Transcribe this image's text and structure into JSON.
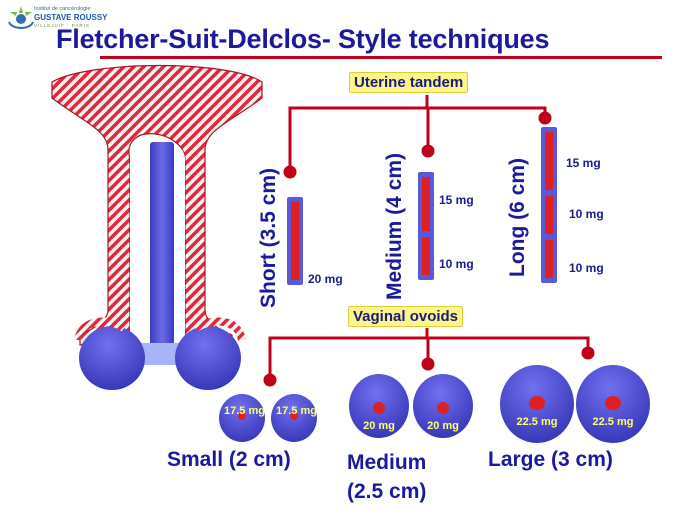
{
  "logo": {
    "line1": "Institut de cancérologie",
    "line2": "GUSTAVE ROUSSY",
    "line3": "VILLEJUIF · PARIS"
  },
  "title": "Fletcher-Suit-Delclos- Style techniques",
  "tandem": {
    "header": "Uterine tandem",
    "items": [
      {
        "label": "Short (3.5 cm)",
        "sources": [
          "20 mg"
        ]
      },
      {
        "label": "Medium (4 cm)",
        "sources": [
          "15 mg",
          "10 mg"
        ]
      },
      {
        "label": "Long (6 cm)",
        "sources": [
          "15 mg",
          "10 mg",
          "10 mg"
        ]
      }
    ]
  },
  "ovoids": {
    "header": "Vaginal ovoids",
    "items": [
      {
        "label": "Small (2 cm)",
        "doses": [
          "17.5 mg",
          "17.5 mg"
        ]
      },
      {
        "label": "Medium (2.5 cm)",
        "doses": [
          "20 mg",
          "20 mg"
        ]
      },
      {
        "label": "Large (3 cm)",
        "doses": [
          "22.5 mg",
          "22.5 mg"
        ]
      }
    ]
  },
  "colors": {
    "title": "#1a1a9c",
    "accent_red": "#c00018",
    "device_blue": "#5a5ad8",
    "source_red": "#e02020",
    "label_bg": "#fbf58a"
  }
}
